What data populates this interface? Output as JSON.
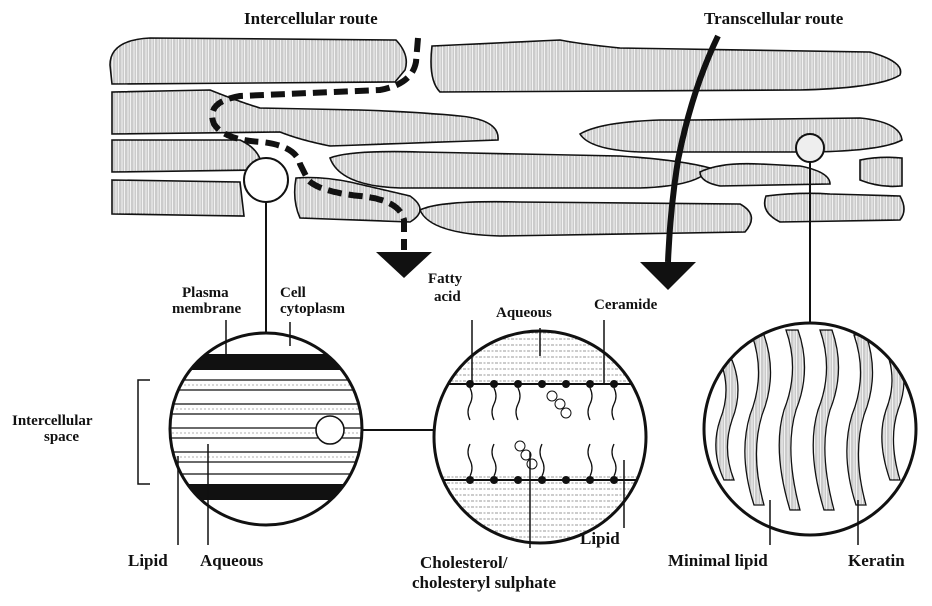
{
  "routes": {
    "intercellular": "Intercellular route",
    "transcellular": "Transcellular route"
  },
  "circle_left": {
    "plasma_membrane": [
      "Plasma",
      "membrane"
    ],
    "cell_cytoplasm": [
      "Cell",
      "cytoplasm"
    ],
    "intercellular_space": [
      "Intercellular",
      "space"
    ],
    "lipid": "Lipid",
    "aqueous": "Aqueous"
  },
  "circle_middle": {
    "fatty_acid": [
      "Fatty",
      "acid"
    ],
    "aqueous": "Aqueous",
    "ceramide": "Ceramide",
    "lipid": "Lipid",
    "cholesterol": [
      "Cholesterol/",
      "cholesteryl sulphate"
    ]
  },
  "circle_right": {
    "minimal_lipid": "Minimal lipid",
    "keratin": "Keratin"
  },
  "colors": {
    "ink": "#111111",
    "stipple": "#9a9a9a",
    "background": "#ffffff"
  },
  "icons": [
    "down-arrow-icon",
    "route-arrow-icon"
  ]
}
